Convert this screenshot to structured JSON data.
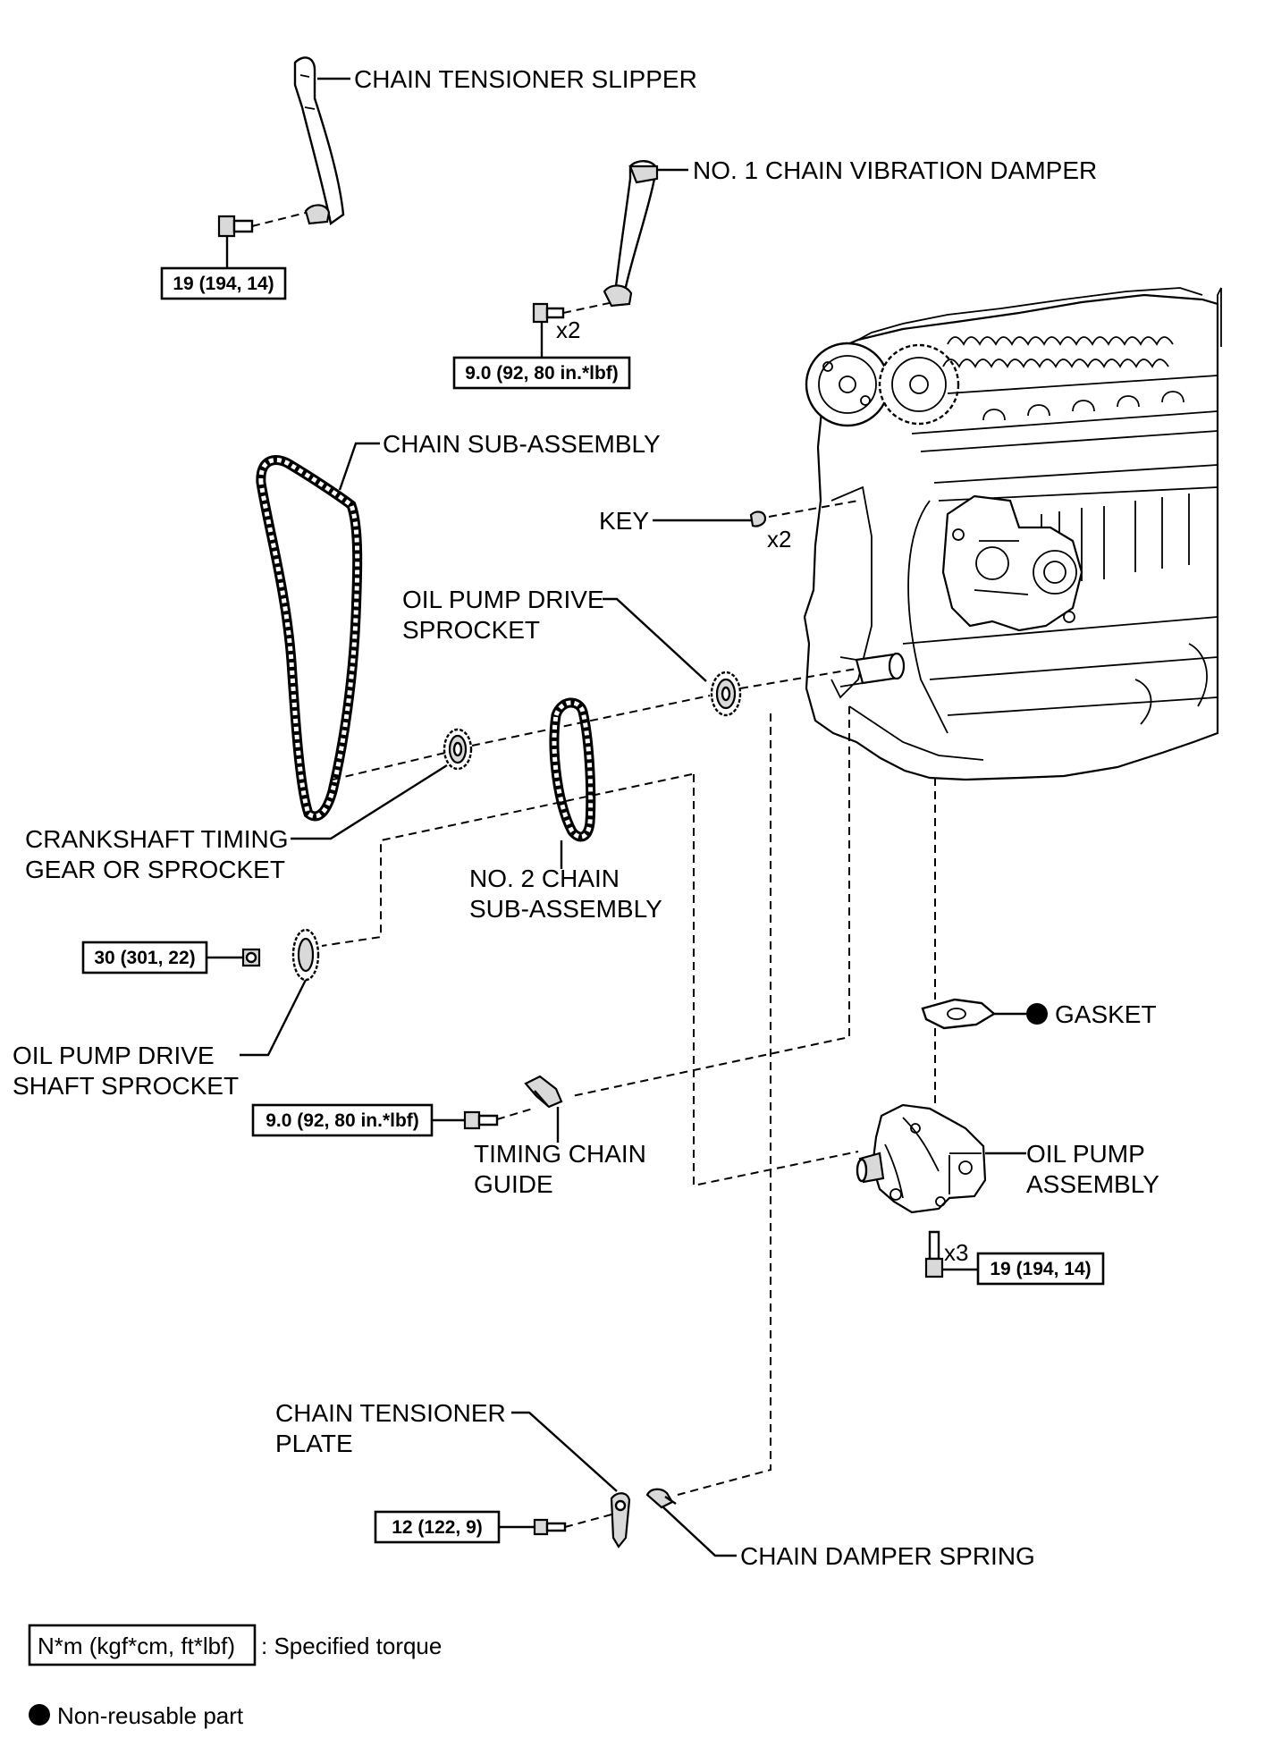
{
  "labels": {
    "chain_tensioner_slipper": "CHAIN TENSIONER SLIPPER",
    "no1_chain_vibration_damper": "NO. 1 CHAIN VIBRATION DAMPER",
    "chain_sub_assembly": "CHAIN SUB-ASSEMBLY",
    "key": "KEY",
    "oil_pump_drive_sprocket_1": "OIL PUMP DRIVE",
    "oil_pump_drive_sprocket_2": "SPROCKET",
    "crankshaft_timing_gear_1": "CRANKSHAFT TIMING",
    "crankshaft_timing_gear_2": "GEAR OR SPROCKET",
    "no2_chain_sub_assembly_1": "NO. 2 CHAIN",
    "no2_chain_sub_assembly_2": "SUB-ASSEMBLY",
    "oil_pump_drive_shaft_sprocket_1": "OIL PUMP DRIVE",
    "oil_pump_drive_shaft_sprocket_2": "SHAFT SPROCKET",
    "gasket": "GASKET",
    "timing_chain_guide_1": "TIMING CHAIN",
    "timing_chain_guide_2": "GUIDE",
    "oil_pump_assembly_1": "OIL PUMP",
    "oil_pump_assembly_2": "ASSEMBLY",
    "chain_tensioner_plate_1": "CHAIN TENSIONER",
    "chain_tensioner_plate_2": "PLATE",
    "chain_damper_spring": "CHAIN DAMPER SPRING"
  },
  "quantities": {
    "vibration_damper_bolts": "x2",
    "key": "x2",
    "oil_pump_bolts": "x3"
  },
  "torques": {
    "tensioner_slipper": "19 (194, 14)",
    "vibration_damper": "9.0 (92, 80 in.*lbf)",
    "drive_shaft_sprocket": "30 (301, 22)",
    "timing_chain_guide": "9.0 (92, 80 in.*lbf)",
    "oil_pump": "19 (194, 14)",
    "tensioner_plate": "12 (122, 9)"
  },
  "legend": {
    "torque_unit": "N*m (kgf*cm, ft*lbf)",
    "torque_desc": ": Specified torque",
    "nonreusable_desc": "Non-reusable part"
  }
}
